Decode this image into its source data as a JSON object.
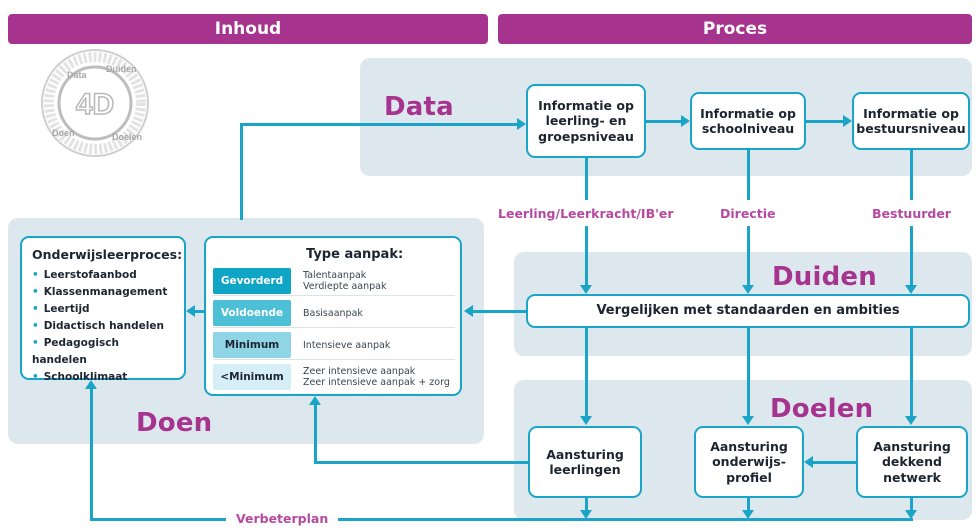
{
  "header": {
    "inhoud": "Inhoud",
    "proces": "Proces"
  },
  "logo": {
    "center": "4D",
    "ring_text": [
      "Data",
      "Duiden",
      "Doelen",
      "Doen"
    ]
  },
  "zones": {
    "data": "Data",
    "duiden": "Duiden",
    "doelen": "Doelen",
    "doen": "Doen"
  },
  "boxes": {
    "leerling": "Informatie op leerling- en groepsniveau",
    "school": "Informatie op schoolniveau",
    "bestuur": "Informatie op bestuursniveau",
    "vergelijken": "Vergelijken met standaarden en ambities",
    "aan_leerlingen": "Aansturing leerlingen",
    "aan_profiel": "Aansturing onderwijs-profiel",
    "aan_netwerk": "Aansturing dekkend netwerk"
  },
  "actors": {
    "leerling": "Leerling/Leerkracht/IB'er",
    "directie": "Directie",
    "bestuurder": "Bestuurder"
  },
  "onderwijs": {
    "title": "Onderwijsleerproces:",
    "items": [
      "Leerstofaanbod",
      "Klassenmanagement",
      "Leertijd",
      "Didactisch handelen",
      "Pedagogisch handelen",
      "Schoolklimaat"
    ]
  },
  "aanpak": {
    "title": "Type aanpak:",
    "rows": [
      {
        "level": "Gevorderd",
        "desc1": "Talentaanpak",
        "desc2": "Verdiepte aanpak",
        "bg": "#0fa5c5",
        "fg": "#ffffff"
      },
      {
        "level": "Voldoende",
        "desc1": "Basisaanpak",
        "desc2": "",
        "bg": "#4dbfd7",
        "fg": "#ffffff"
      },
      {
        "level": "Minimum",
        "desc1": "Intensieve aanpak",
        "desc2": "",
        "bg": "#8fd5e6",
        "fg": "#1c2530"
      },
      {
        "level": "<Minimum",
        "desc1": "Zeer intensieve aanpak",
        "desc2": "Zeer intensieve aanpak + zorg",
        "bg": "#d6eff6",
        "fg": "#1c2530"
      }
    ]
  },
  "verbeterplan": "Verbeterplan",
  "colors": {
    "purple": "#a6338e",
    "blue": "#1aa4c8",
    "zone": "#dce8ee"
  }
}
